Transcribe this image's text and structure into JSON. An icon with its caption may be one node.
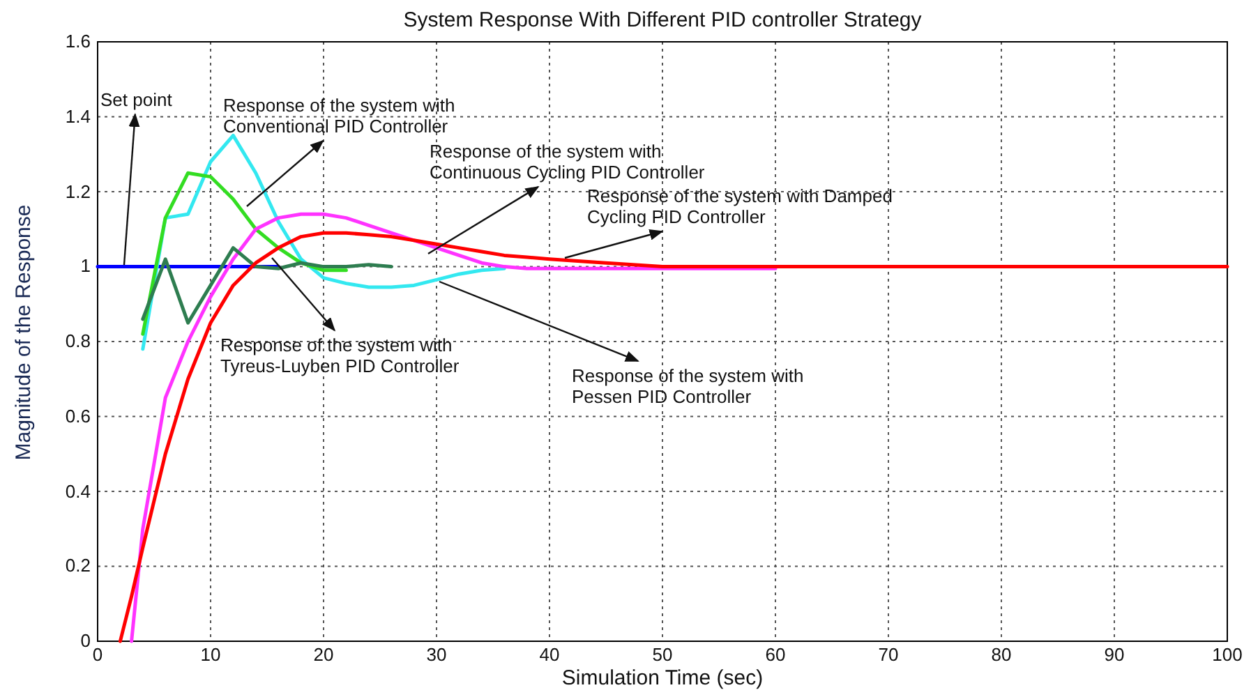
{
  "diagram": {
    "nodes": [
      {
        "text": [
          "Set point"
        ]
      },
      {
        "text": [
          "Response of the system with Conventional PID Controller"
        ]
      },
      {
        "text": [
          "Response of the system with Continuous Cycling PID Controller"
        ]
      },
      {
        "text": [
          "Response of the system with Damped Cycling PID Controller"
        ]
      },
      {
        "text": [
          "Response of the system with Tyreus-Luyben PID Controller"
        ]
      },
      {
        "text": [
          "Response of the system with Pessen PID Controller"
        ]
      }
    ],
    "edges": [
      {
        "from": null,
        "to": 0,
        "arrow": "to"
      },
      {
        "from": null,
        "to": 1,
        "arrow": "to"
      },
      {
        "from": null,
        "to": 2,
        "arrow": "to"
      },
      {
        "from": null,
        "to": 3,
        "arrow": "to"
      },
      {
        "from": null,
        "to": 4,
        "arrow": "to"
      },
      {
        "from": null,
        "to": 5,
        "arrow": "to"
      }
    ],
    "chart_data": {
      "type": "line",
      "title": "System Response With Different PID controller Strategy",
      "xlabel": "Simulation Time (sec)",
      "ylabel": "Magnitude of the Response",
      "grid": true,
      "x": [
        0,
        2,
        3,
        4,
        6,
        8,
        10,
        12,
        14,
        16,
        18,
        20,
        22,
        24,
        26,
        28,
        30,
        32,
        34,
        36,
        38,
        40,
        45,
        50,
        60,
        70,
        80,
        90,
        100
      ],
      "series": [
        {
          "color": "#0000ff",
          "values": [
            1,
            1,
            1,
            1,
            1,
            1,
            1,
            1,
            1,
            1,
            null,
            null,
            null,
            null,
            null,
            null,
            null,
            null,
            null,
            null,
            null,
            null,
            null,
            null,
            null,
            null,
            null,
            null,
            null
          ]
        },
        {
          "color": "#33e8f0",
          "values": [
            null,
            null,
            null,
            0.78,
            1.13,
            1.14,
            1.28,
            1.35,
            1.25,
            1.12,
            1.02,
            0.97,
            0.955,
            0.945,
            0.945,
            0.95,
            0.965,
            0.98,
            0.99,
            0.995,
            null,
            null,
            null,
            null,
            null,
            null,
            null,
            null,
            null
          ]
        },
        {
          "color": "#33dd22",
          "values": [
            null,
            null,
            null,
            0.82,
            1.13,
            1.25,
            1.24,
            1.18,
            1.1,
            1.05,
            1.01,
            0.99,
            0.99,
            null,
            null,
            null,
            null,
            null,
            null,
            null,
            null,
            null,
            null,
            null,
            null,
            null,
            null,
            null,
            null
          ]
        },
        {
          "color": "#ff33ff",
          "values": [
            null,
            null,
            0,
            0.3,
            0.65,
            0.8,
            0.92,
            1.02,
            1.1,
            1.13,
            1.14,
            1.14,
            1.13,
            1.11,
            1.09,
            1.07,
            1.05,
            1.03,
            1.01,
            1.0,
            0.995,
            0.995,
            0.995,
            0.995,
            0.995,
            null,
            null,
            null,
            null
          ]
        },
        {
          "color": "#2e7d50",
          "values": [
            null,
            null,
            null,
            0.86,
            1.02,
            0.85,
            0.95,
            1.05,
            1.0,
            0.995,
            1.01,
            1.0,
            1.0,
            1.005,
            1.0,
            null,
            null,
            null,
            null,
            null,
            null,
            null,
            null,
            null,
            null,
            null,
            null,
            null,
            null
          ]
        },
        {
          "color": "#ff0000",
          "values": [
            null,
            0,
            0.12,
            0.25,
            0.5,
            0.7,
            0.85,
            0.95,
            1.01,
            1.05,
            1.08,
            1.09,
            1.09,
            1.085,
            1.08,
            1.07,
            1.06,
            1.05,
            1.04,
            1.03,
            1.025,
            1.02,
            1.01,
            1.0,
            1,
            1,
            1,
            1,
            1
          ]
        }
      ],
      "xlim": [
        0,
        100
      ],
      "ylim": [
        0,
        1.6
      ],
      "xticks": [
        0,
        10,
        20,
        30,
        40,
        50,
        60,
        70,
        80,
        90,
        100
      ],
      "yticks": [
        0,
        0.2,
        0.4,
        0.6,
        0.8,
        1,
        1.2,
        1.4,
        1.6
      ]
    }
  }
}
